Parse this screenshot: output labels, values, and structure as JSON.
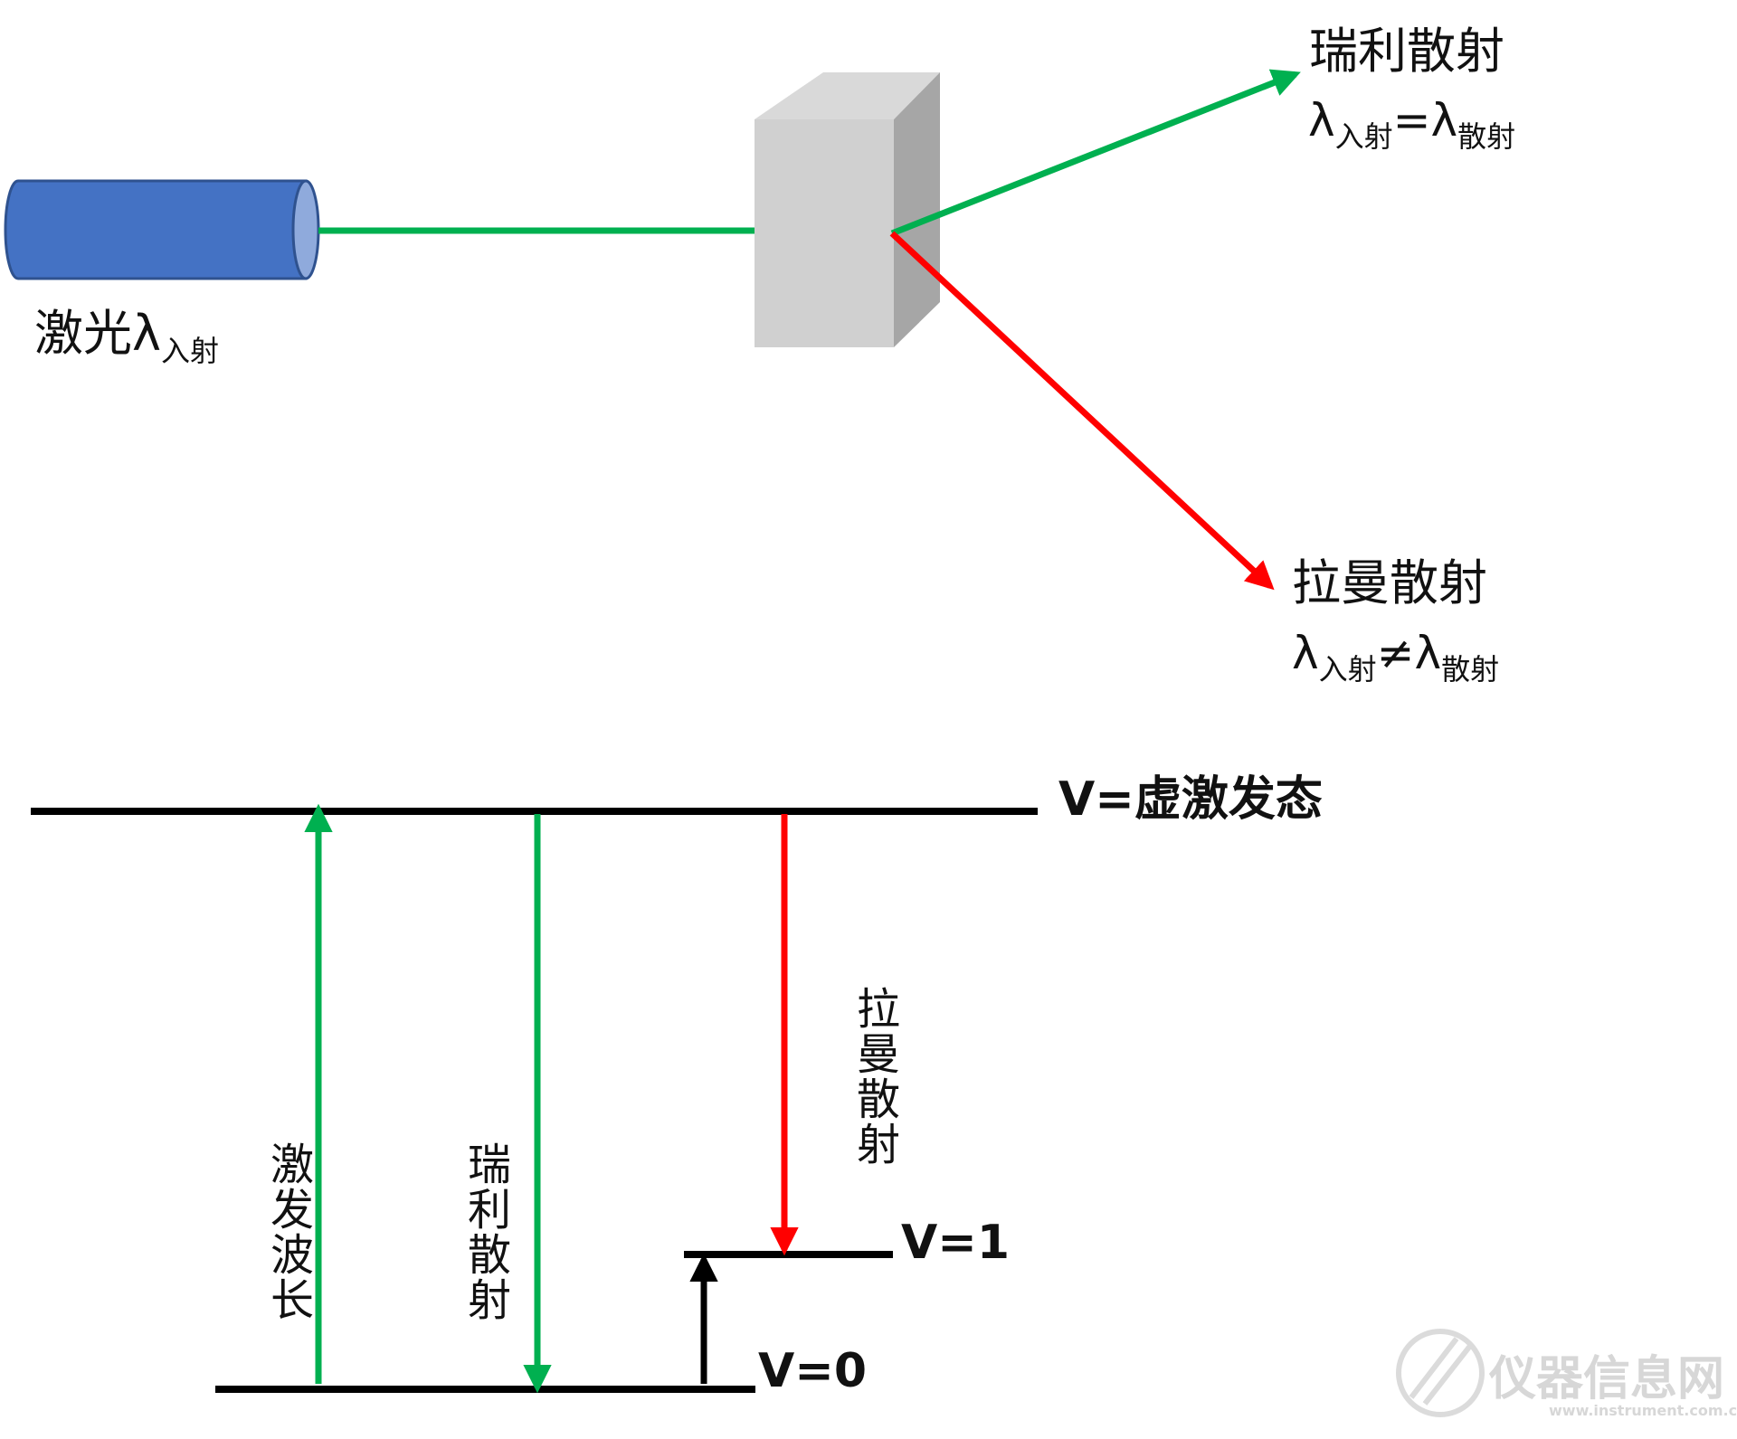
{
  "top": {
    "laser_label": "激光λ",
    "laser_label_sub": "入射",
    "rayleigh_title": "瑞利散射",
    "rayleigh_lambda1": "λ",
    "rayleigh_sub1": "入射",
    "rayleigh_rel": "=",
    "rayleigh_lambda2": "λ",
    "rayleigh_sub2": "散射",
    "raman_title": "拉曼散射",
    "raman_lambda1": "λ",
    "raman_sub1": "入射",
    "raman_rel": "≠",
    "raman_lambda2": "λ",
    "raman_sub2": "散射"
  },
  "energy": {
    "virtual_state": "V=虚激发态",
    "v1": "V=1",
    "v0": "V=0",
    "excitation": "激发波长",
    "rayleigh": "瑞利散射",
    "raman": "拉曼散射"
  },
  "watermark": {
    "text": "仪器信息网",
    "url": "www.instrument.com.cn"
  },
  "colors": {
    "laser_body": "#4472C4",
    "laser_end": "#8FAADC",
    "green": "#00B050",
    "red": "#FF0000",
    "sample_front": "#D0D0D0",
    "sample_top": "#D9D9D9",
    "sample_side": "#A6A6A6",
    "black": "#000000"
  }
}
